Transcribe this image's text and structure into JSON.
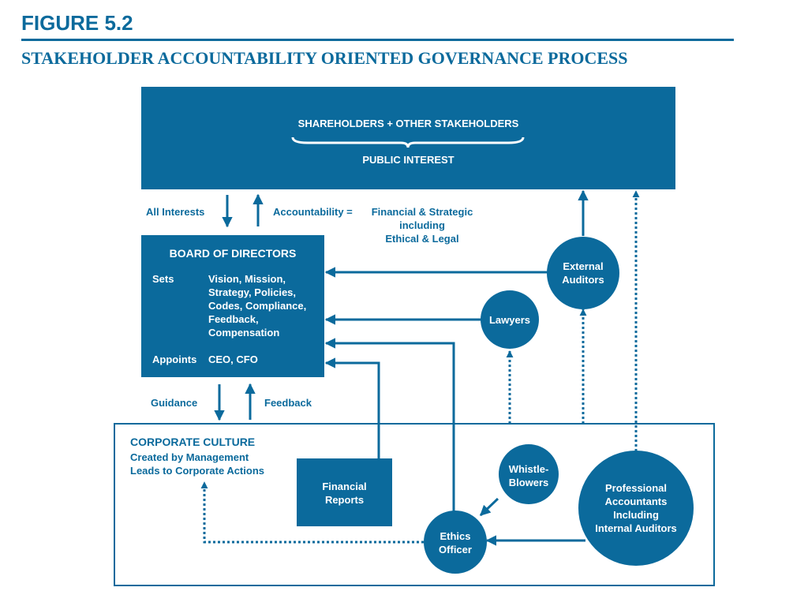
{
  "figure_label": "FIGURE 5.2",
  "title": "STAKEHOLDER ACCOUNTABILITY ORIENTED GOVERNANCE PROCESS",
  "colors": {
    "primary": "#0b6a9c",
    "background": "#ffffff",
    "text_on_primary": "#ffffff"
  },
  "top_box": {
    "line1": "SHAREHOLDERS + OTHER STAKEHOLDERS",
    "line2": "PUBLIC INTEREST"
  },
  "labels": {
    "all_interests": "All Interests",
    "accountability_prefix": "Accountability =",
    "accountability_line1": "Financial & Strategic",
    "accountability_line2": "including",
    "accountability_line3": "Ethical & Legal",
    "guidance": "Guidance",
    "feedback": "Feedback"
  },
  "board": {
    "title": "BOARD OF DIRECTORS",
    "sets_label": "Sets",
    "sets_items": [
      "Vision, Mission,",
      "Strategy, Policies,",
      "Codes, Compliance,",
      "Feedback,",
      "Compensation"
    ],
    "appoints_label": "Appoints",
    "appoints_value": "CEO, CFO"
  },
  "culture": {
    "title": "CORPORATE CULTURE",
    "line1": "Created by Management",
    "line2": "Leads to Corporate Actions"
  },
  "financial_reports": {
    "line1": "Financial",
    "line2": "Reports"
  },
  "nodes": {
    "external_auditors": {
      "line1": "External",
      "line2": "Auditors"
    },
    "lawyers": {
      "label": "Lawyers"
    },
    "whistle_blowers": {
      "line1": "Whistle-",
      "line2": "Blowers"
    },
    "ethics_officer": {
      "line1": "Ethics",
      "line2": "Officer"
    },
    "professional_accountants": {
      "line1": "Professional",
      "line2": "Accountants",
      "line3": "Including",
      "line4": "Internal Auditors"
    }
  }
}
